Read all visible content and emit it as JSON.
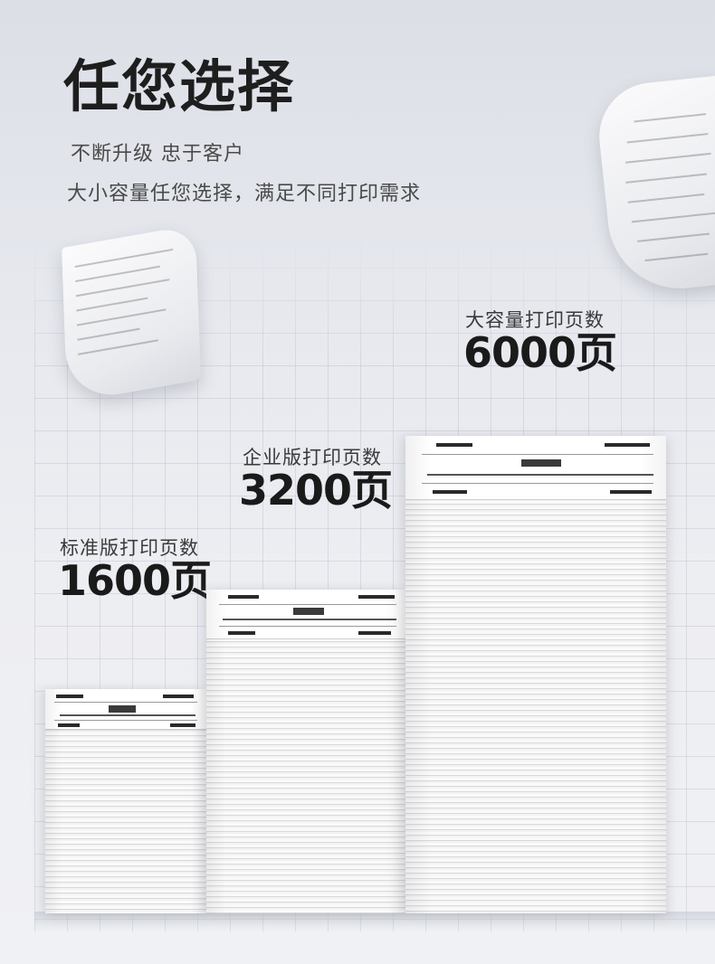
{
  "header": {
    "title": "任您选择",
    "subtitle_line1": "不断升级 忠于客户",
    "subtitle_line2": "大小容量任您选择，满足不同打印需求"
  },
  "tiers": [
    {
      "label": "标准版打印页数",
      "value": "1600页",
      "pages": 1600
    },
    {
      "label": "企业版打印页数",
      "value": "3200页",
      "pages": 3200
    },
    {
      "label": "大容量打印页数",
      "value": "6000页",
      "pages": 6000
    }
  ]
}
